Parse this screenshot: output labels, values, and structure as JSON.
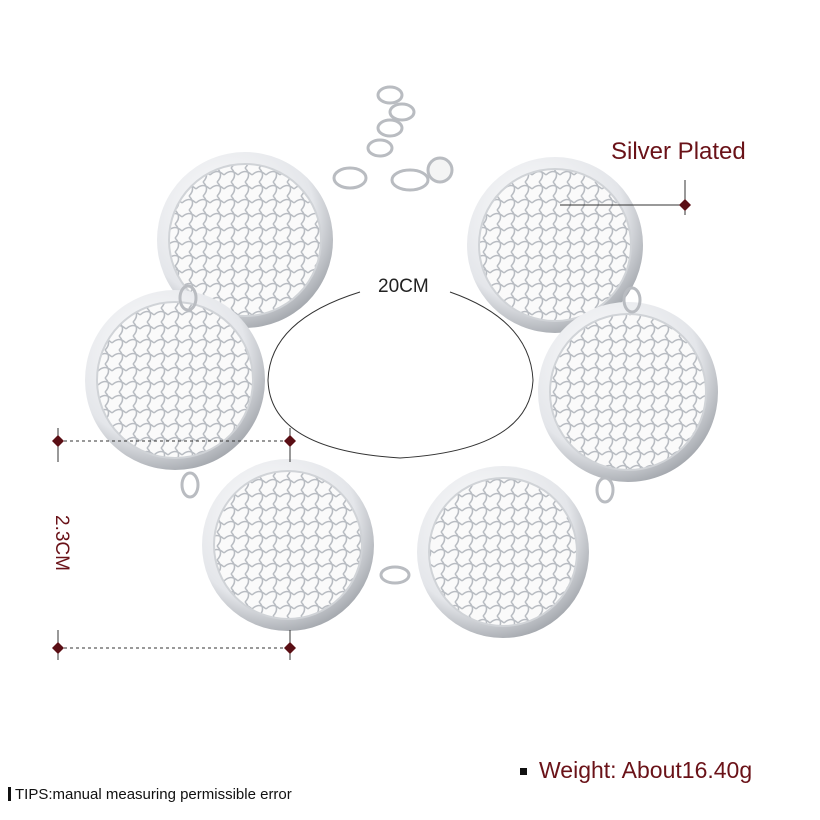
{
  "labels": {
    "material": "Silver Plated",
    "length": "20CM",
    "diameter": "2.3CM",
    "weight": "Weight: About16.40g",
    "tips": "TIPS:manual measuring permissible error"
  },
  "colors": {
    "accent": "#6a1218",
    "metal": "#c9ccd0"
  }
}
